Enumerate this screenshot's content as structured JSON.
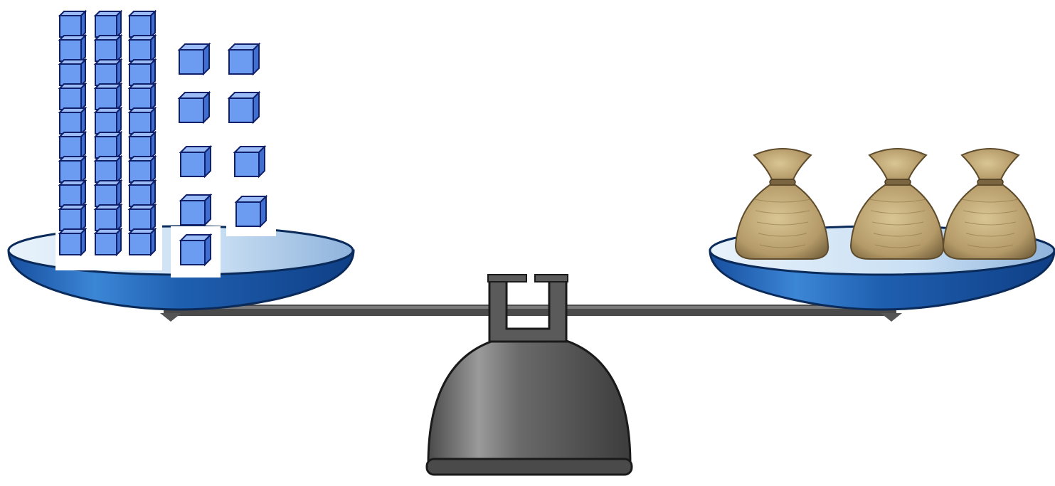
{
  "scene": {
    "left_pan": {
      "ten_rods": 3,
      "cubes_per_rod": 10,
      "unit_cubes": 9
    },
    "right_pan": {
      "bags": 3
    }
  },
  "colors": {
    "background": "#ffffff",
    "cube_fill": "#6b9cf2",
    "cube_top": "#9bbcf7",
    "cube_side": "#3f6fd0",
    "cube_outline": "#10206a",
    "pan_light": "#d6e8f7",
    "pan_dark": "#1f5fb0",
    "beam": "#4a4a4a",
    "base_gray": "#6a6a6a",
    "bag": "#b49a68"
  },
  "icons": [
    "balance-scale-icon",
    "base-ten-rod-icon",
    "unit-cube-icon",
    "sack-bag-icon"
  ]
}
